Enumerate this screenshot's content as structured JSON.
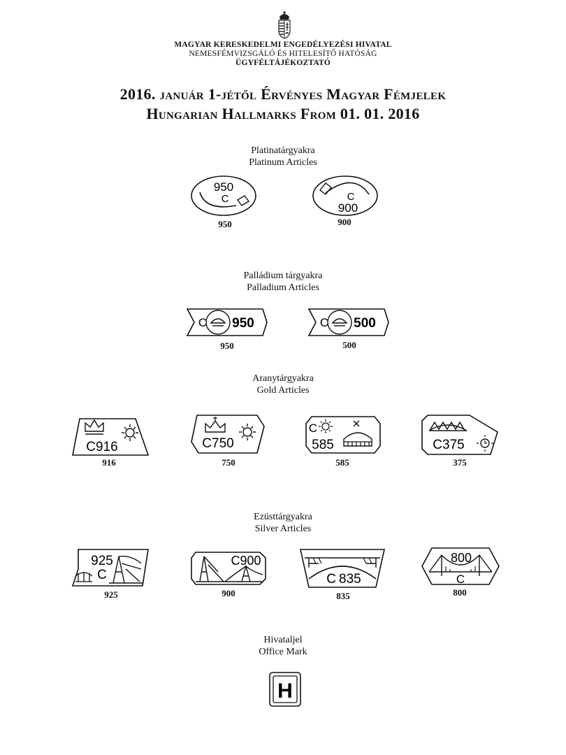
{
  "header": {
    "line1": "MAGYAR KERESKEDELMI ENGEDÉLYEZÉSI HIVATAL",
    "line2": "NEMESFÉMVIZSGÁLÓ ÉS HITELESÍTŐ HATÓSÁG",
    "line3": "ÜGYFÉLTÁJÉKOZTATÓ"
  },
  "title": {
    "hu": "2016. január 1-jétől Érvényes Magyar Fémjelek",
    "en": "Hungarian Hallmarks From 01. 01. 2016"
  },
  "sections": {
    "platinum": {
      "hu": "Platinatárgyakra",
      "en": "Platinum Articles",
      "marks": [
        {
          "top": "950",
          "letter": "C",
          "value": "950"
        },
        {
          "letter": "C",
          "bottom": "900",
          "value": "900"
        }
      ]
    },
    "palladium": {
      "hu": "Palládium tárgyakra",
      "en": "Palladium Articles",
      "marks": [
        {
          "letter": "C",
          "number": "950",
          "value": "950"
        },
        {
          "letter": "C",
          "number": "500",
          "value": "500"
        }
      ]
    },
    "gold": {
      "hu": "Aranytárgyakra",
      "en": "Gold Articles",
      "marks": [
        {
          "letter": "C",
          "number": "916",
          "value": "916"
        },
        {
          "letter": "C",
          "number": "750",
          "value": "750"
        },
        {
          "letter": "C",
          "number": "585",
          "value": "585"
        },
        {
          "letter": "C",
          "number": "375",
          "value": "375"
        }
      ]
    },
    "silver": {
      "hu": "Ezüsttárgyakra",
      "en": "Silver Articles",
      "marks": [
        {
          "letter": "C",
          "number": "925",
          "value": "925"
        },
        {
          "letter": "C",
          "number": "900",
          "value": "900"
        },
        {
          "letter": "C",
          "number": "835",
          "value": "835"
        },
        {
          "letter": "C",
          "number": "800",
          "value": "800"
        }
      ]
    },
    "office": {
      "hu": "Hivataljel",
      "en": "Office Mark",
      "letter": "H"
    }
  }
}
